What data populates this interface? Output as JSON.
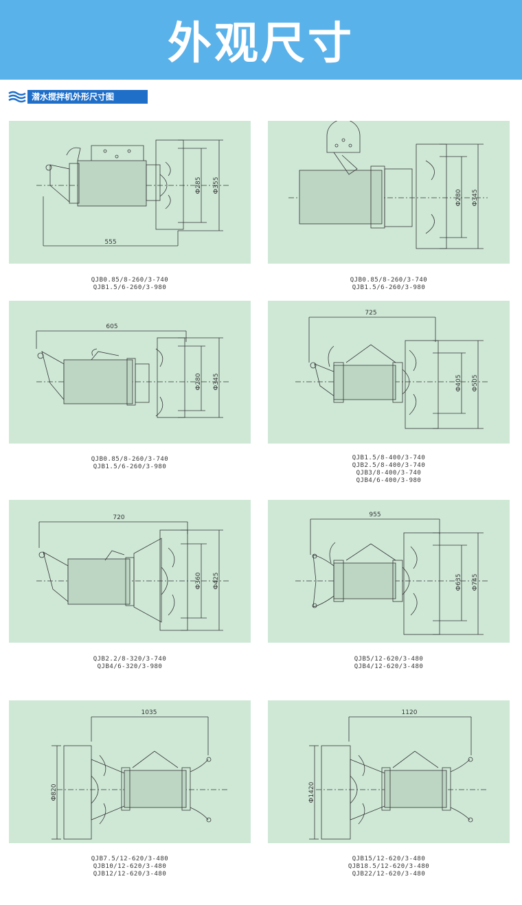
{
  "banner": {
    "title": "外观尺寸",
    "bg_color": "#5ab2ea"
  },
  "section": {
    "title": "潜水搅拌机外形尺寸图",
    "color": "#1f6fc9"
  },
  "panel_color": "#cfe8d6",
  "figures": [
    {
      "length": "555",
      "d1": "Ф285",
      "d2": "Ф355",
      "models": [
        "QJB0.85/8-260/3-740",
        "QJB1.5/6-260/3-980"
      ]
    },
    {
      "length": "",
      "d1": "Ф280",
      "d2": "Ф345",
      "models": [
        "QJB0.85/8-260/3-740",
        "QJB1.5/6-260/3-980"
      ]
    },
    {
      "length": "605",
      "d1": "Ф280",
      "d2": "Ф345",
      "models": [
        "QJB0.85/8-260/3-740",
        "QJB1.5/6-260/3-980"
      ]
    },
    {
      "length": "725",
      "d1": "Ф405",
      "d2": "Ф505",
      "models": [
        "QJB1.5/8-400/3-740",
        "QJB2.5/8-400/3-740",
        "QJB3/8-400/3-740",
        "QJB4/6-400/3-980"
      ]
    },
    {
      "length": "720",
      "d1": "Ф360",
      "d2": "Ф425",
      "models": [
        "QJB2.2/8-320/3-740",
        "QJB4/6-320/3-980"
      ]
    },
    {
      "length": "955",
      "d1": "Ф635",
      "d2": "Ф745",
      "models": [
        "QJB5/12-620/3-480",
        "QJB4/12-620/3-480"
      ]
    },
    {
      "length": "1035",
      "d1": "Ф820",
      "d2": "",
      "models": [
        "QJB7.5/12-620/3-480",
        "QJB10/12-620/3-480",
        "QJB12/12-620/3-480"
      ]
    },
    {
      "length": "1120",
      "d1": "Ф1420",
      "d2": "",
      "models": [
        "QJB15/12-620/3-480",
        "QJB18.5/12-620/3-480",
        "QJB22/12-620/3-480"
      ]
    }
  ]
}
